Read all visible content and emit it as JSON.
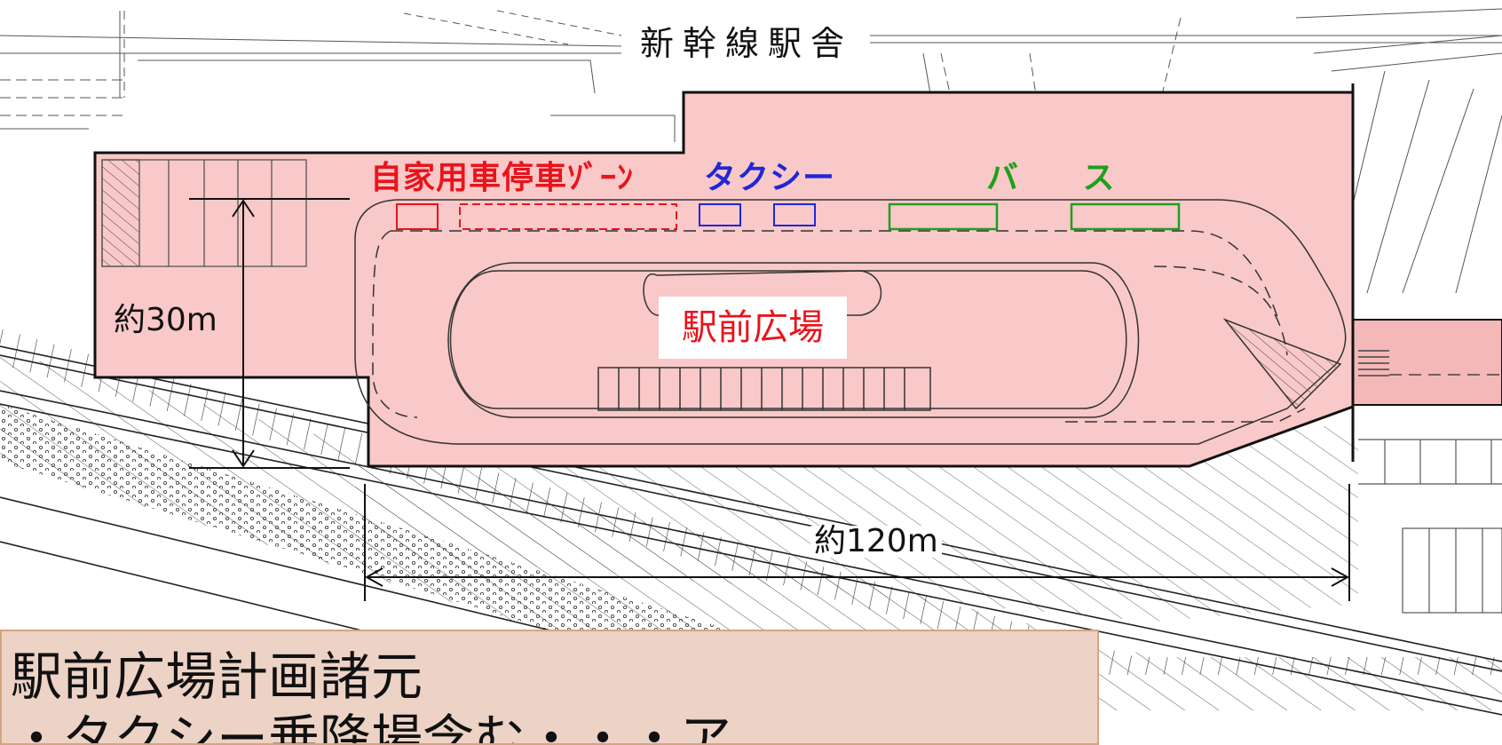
{
  "labels": {
    "station_building": "新幹線駅舎",
    "private_car_zone": "自家用車停車ｿﾞｰﾝ",
    "taxi": "タクシー",
    "bus": "バ ス",
    "plaza": "駅前広場",
    "width_dimension": "約30m",
    "length_dimension": "約120m"
  },
  "info_box": {
    "title": "駅前広場計画諸元",
    "subtitle": "・タクシー乗降場含む・・・ア"
  },
  "colors": {
    "plaza_fill": "#f9c8c8",
    "car_zone": "#e8141c",
    "taxi": "#1f27d6",
    "bus": "#1ea01e",
    "box_fill": "#ecd3c5",
    "box_border": "#d4a482"
  }
}
